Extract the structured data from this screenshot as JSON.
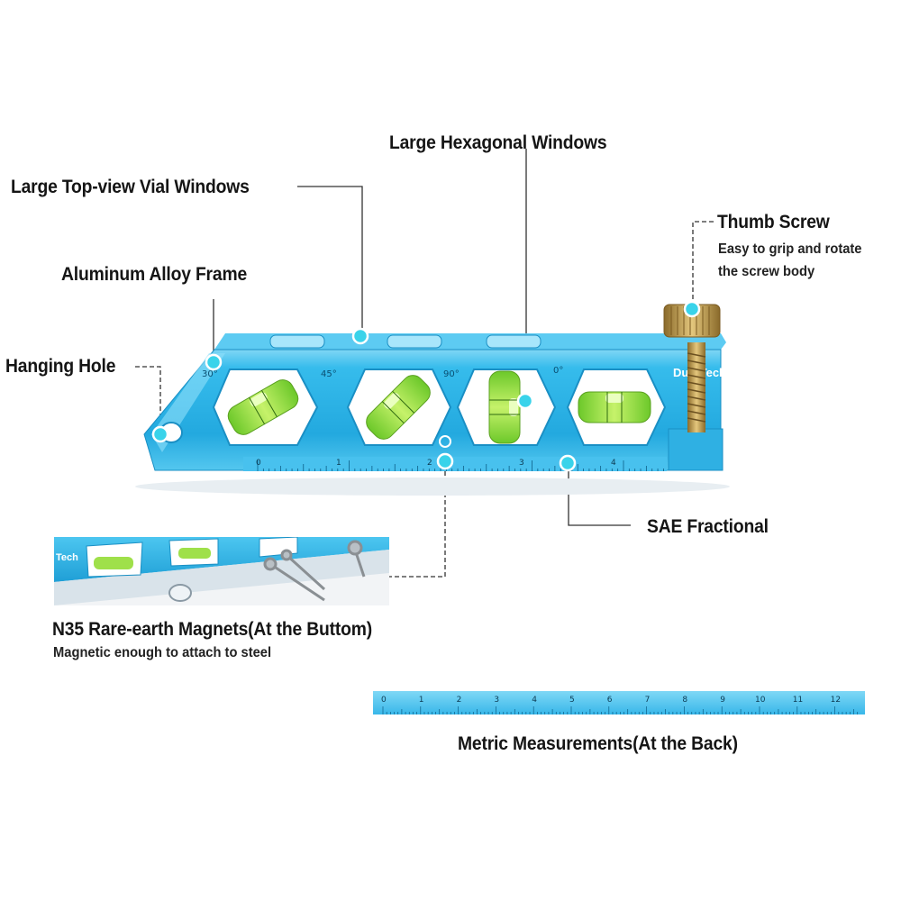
{
  "callouts": {
    "large_hexagonal_windows": "Large Hexagonal Windows",
    "large_top_view_vial_windows": "Large Top-view Vial Windows",
    "aluminum_alloy_frame": "Aluminum Alloy Frame",
    "hanging_hole": "Hanging Hole",
    "thumb_screw": "Thumb Screw",
    "thumb_screw_desc_line1": "Easy to grip and rotate",
    "thumb_screw_desc_line2": "the screw body",
    "sae_fractional": "SAE Fractional",
    "magnets_title": "N35 Rare-earth Magnets(At the Buttom)",
    "magnets_desc": "Magnetic enough to attach to steel",
    "metric_title": "Metric Measurements(At the Back)"
  },
  "level": {
    "brand": "DuraTech",
    "angle_labels": [
      "30°",
      "45°",
      "90°",
      "0°"
    ],
    "sae_ruler_numbers": [
      "0",
      "1",
      "2",
      "3",
      "4"
    ]
  },
  "magnet_photo": {
    "brand_fragment": "Tech"
  },
  "metric_ruler": {
    "numbers": [
      "0",
      "1",
      "2",
      "3",
      "4",
      "5",
      "6",
      "7",
      "8",
      "9",
      "10",
      "11",
      "12"
    ]
  },
  "colors": {
    "frame_blue": "#2fb6e8",
    "frame_dark": "#1a8fc4",
    "vial_green": "#8fdc3a",
    "marker_dot": "#39d3ea",
    "brass": "#c9a55a"
  }
}
